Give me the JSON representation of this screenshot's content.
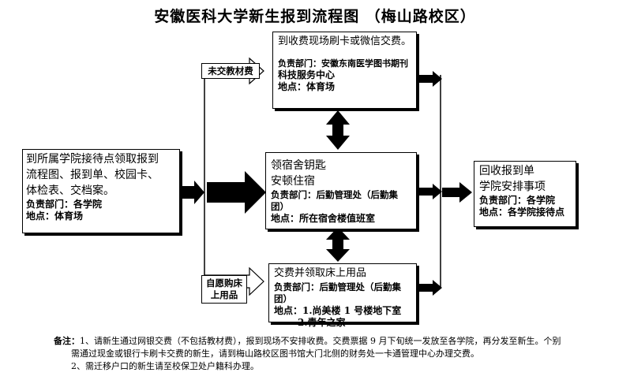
{
  "title": "安徽医科大学新生报到流程图 （梅山路校区）",
  "start": {
    "lines": [
      "到所属学院接待点领取报到",
      "流程图、报到单、校园卡、",
      "体检表、交档案。"
    ],
    "dept": "负责部门：各学院",
    "place": "地点：体育场"
  },
  "pay": {
    "line": "到收费现场刷卡或微信交费。",
    "dept": "负责部门：安徽东南医学图书期刊",
    "dept2": "科技服务中心",
    "place": "地点：体育场"
  },
  "dorm": {
    "line1": "领宿舍钥匙",
    "line2": "安顿住宿",
    "dept": "负责部门：后勤管理处（后勤集团）",
    "place": "地点：所在宿舍楼值班室"
  },
  "bedding": {
    "line": "交费并领取床上用品",
    "dept": "负责部门：后勤管理处（后勤集团）",
    "place": "地点：1.尚美楼 1 号楼地下室",
    "place2": "2.青年之家"
  },
  "end": {
    "line1": "回收报到单",
    "line2": "学院安排事项",
    "dept": "负责部门：各学院",
    "place": "地点：各学院接待点"
  },
  "labels": {
    "unpaid": "未交教材费",
    "self_buy_1": "自愿购床",
    "self_buy_2": "上用品"
  },
  "notes": {
    "lead": "备注：",
    "n1a": "1、请新生通过网银交费（不包括教材费），报到现场不安排收费。交费票据 9 月下旬统一发放至各学院，再分发至新生。个别",
    "n1b": "需通过现金或银行卡刷卡交费的新生，请到梅山路校区图书馆大门北侧的财务处一卡通管理中心办理交费。",
    "n2": "2、需迁移户口的新生请至校保卫处户籍科办理。"
  }
}
